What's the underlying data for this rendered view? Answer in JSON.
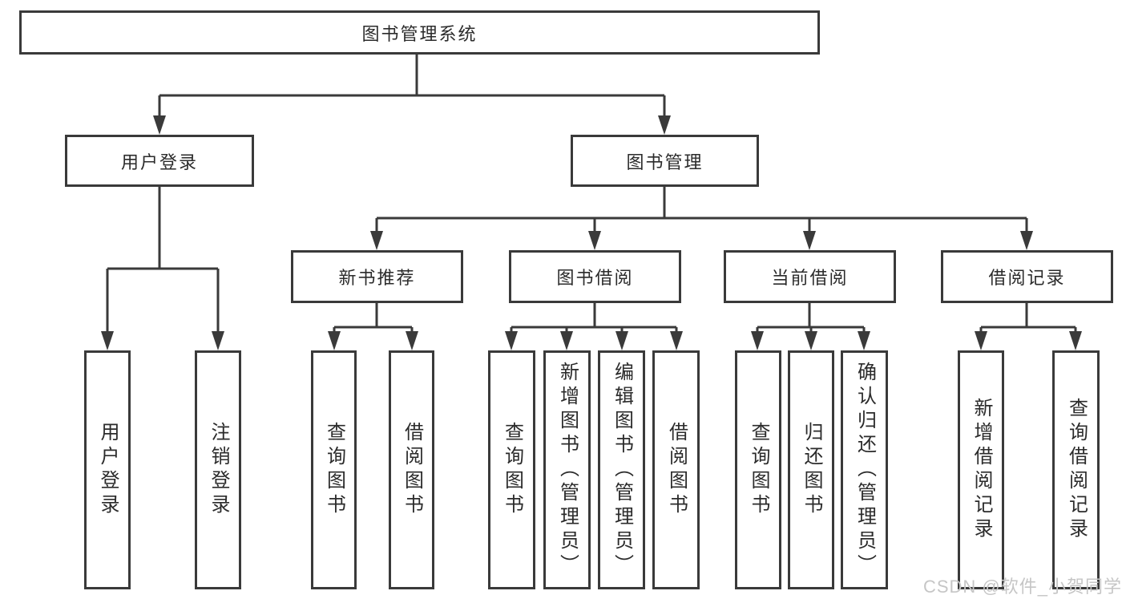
{
  "tree": {
    "root": {
      "label": "图书管理系统",
      "children": [
        {
          "label": "用户登录",
          "children": [
            "用户登录",
            "注销登录"
          ]
        },
        {
          "label": "图书管理",
          "children": [
            {
              "label": "新书推荐",
              "children": [
                "查询图书",
                "借阅图书"
              ]
            },
            {
              "label": "图书借阅",
              "children": [
                "查询图书",
                "新增图书（管理员）",
                "编辑图书（管理员）",
                "借阅图书"
              ]
            },
            {
              "label": "当前借阅",
              "children": [
                "查询图书",
                "归还图书",
                "确认归还（管理员）"
              ]
            },
            {
              "label": "借阅记录",
              "children": [
                "新增借阅记录",
                "查询借阅记录"
              ]
            }
          ]
        }
      ]
    }
  },
  "watermark": "CSDN @软件_小贺同学",
  "colors": {
    "line": "#3a3a3a",
    "text": "#2b2b2b",
    "watermark": "#c6c6c6",
    "background": "#ffffff"
  }
}
